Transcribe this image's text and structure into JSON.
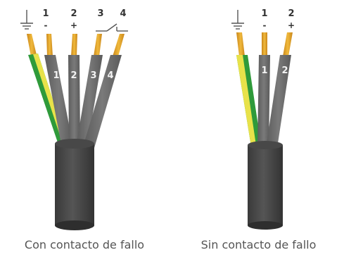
{
  "cables": [
    {
      "caption": "Con contacto de fallo",
      "terminals": [
        {
          "number": "1",
          "polarity": "-"
        },
        {
          "number": "2",
          "polarity": "+"
        },
        {
          "number": "3",
          "polarity": ""
        },
        {
          "number": "4",
          "polarity": ""
        }
      ],
      "wire_labels": [
        "1",
        "2",
        "3",
        "4"
      ]
    },
    {
      "caption": "Sin contacto de fallo",
      "terminals": [
        {
          "number": "1",
          "polarity": "-"
        },
        {
          "number": "2",
          "polarity": "+"
        }
      ],
      "wire_labels": [
        "1",
        "2"
      ]
    }
  ],
  "colors": {
    "jacket": "#4a4a4a",
    "jacket_dark": "#333333",
    "wire_gray": "#6e6e6e",
    "ground_green": "#2f9a3a",
    "ground_yellow": "#e8e24a",
    "conductor_copper": "#e3a52a"
  }
}
